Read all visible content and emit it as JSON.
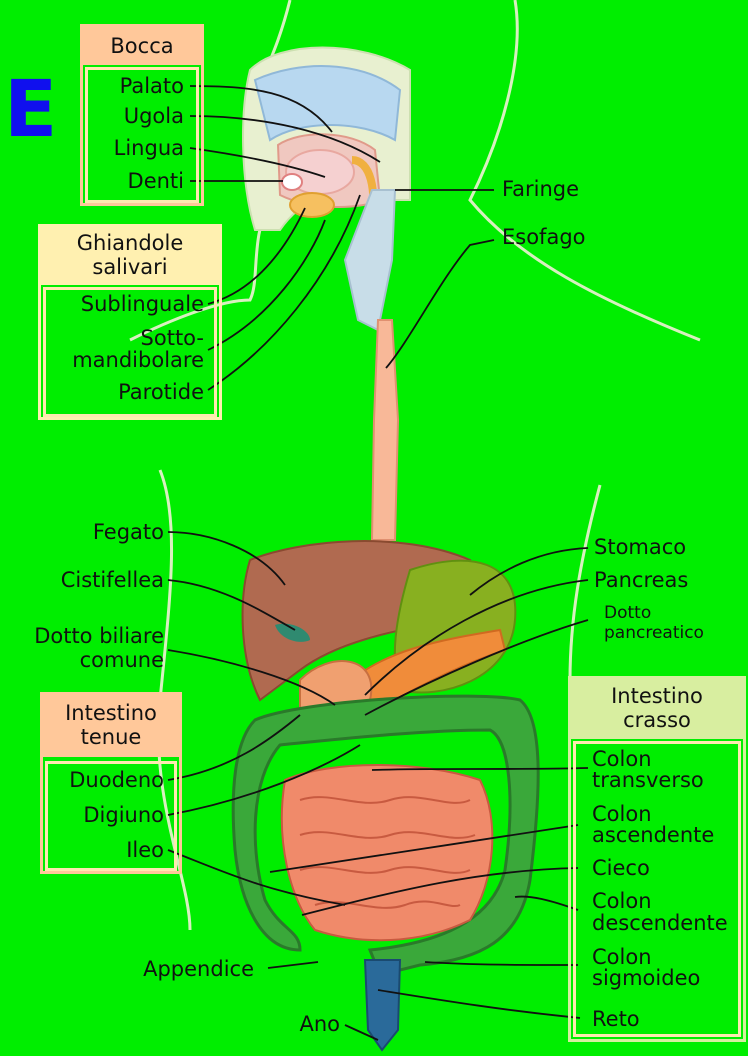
{
  "panel_letter": "E",
  "groups": {
    "bocca": {
      "header": "Bocca",
      "items": [
        "Palato",
        "Ugola",
        "Lingua",
        "Denti"
      ]
    },
    "ghiandole": {
      "header_line1": "Ghiandole",
      "header_line2": "salivari",
      "items": [
        "Sublinguale",
        "Sotto-",
        "mandibolare",
        "Parotide"
      ]
    },
    "intestino_tenue": {
      "header_line1": "Intestino",
      "header_line2": "tenue",
      "items": [
        "Duodeno",
        "Digiuno",
        "Ileo"
      ]
    },
    "intestino_crasso": {
      "header_line1": "Intestino",
      "header_line2": "crasso",
      "items": [
        "Colon",
        "transverso",
        "Colon",
        "ascendente",
        "Cieco",
        "Colon",
        "descendente",
        "Colon",
        "sigmoideo",
        "Reto"
      ]
    }
  },
  "labels": {
    "faringe": "Faringe",
    "esofago": "Esofago",
    "fegato": "Fegato",
    "cistifellea": "Cistifellea",
    "dotto_biliare_1": "Dotto biliare",
    "dotto_biliare_2": "comune",
    "stomaco": "Stomaco",
    "pancreas": "Pancreas",
    "dotto_pancreatico_1": "Dotto",
    "dotto_pancreatico_2": "pancreatico",
    "appendice": "Appendice",
    "ano": "Ano"
  },
  "colors": {
    "background": "#00ee00",
    "bocca_header": "#ffc89a",
    "ghiandole_header": "#fff0b0",
    "tenue_header": "#ffc89a",
    "crasso_header": "#d8eea0",
    "inner_border": "#ffe9b0",
    "letter": "#1010ee"
  }
}
